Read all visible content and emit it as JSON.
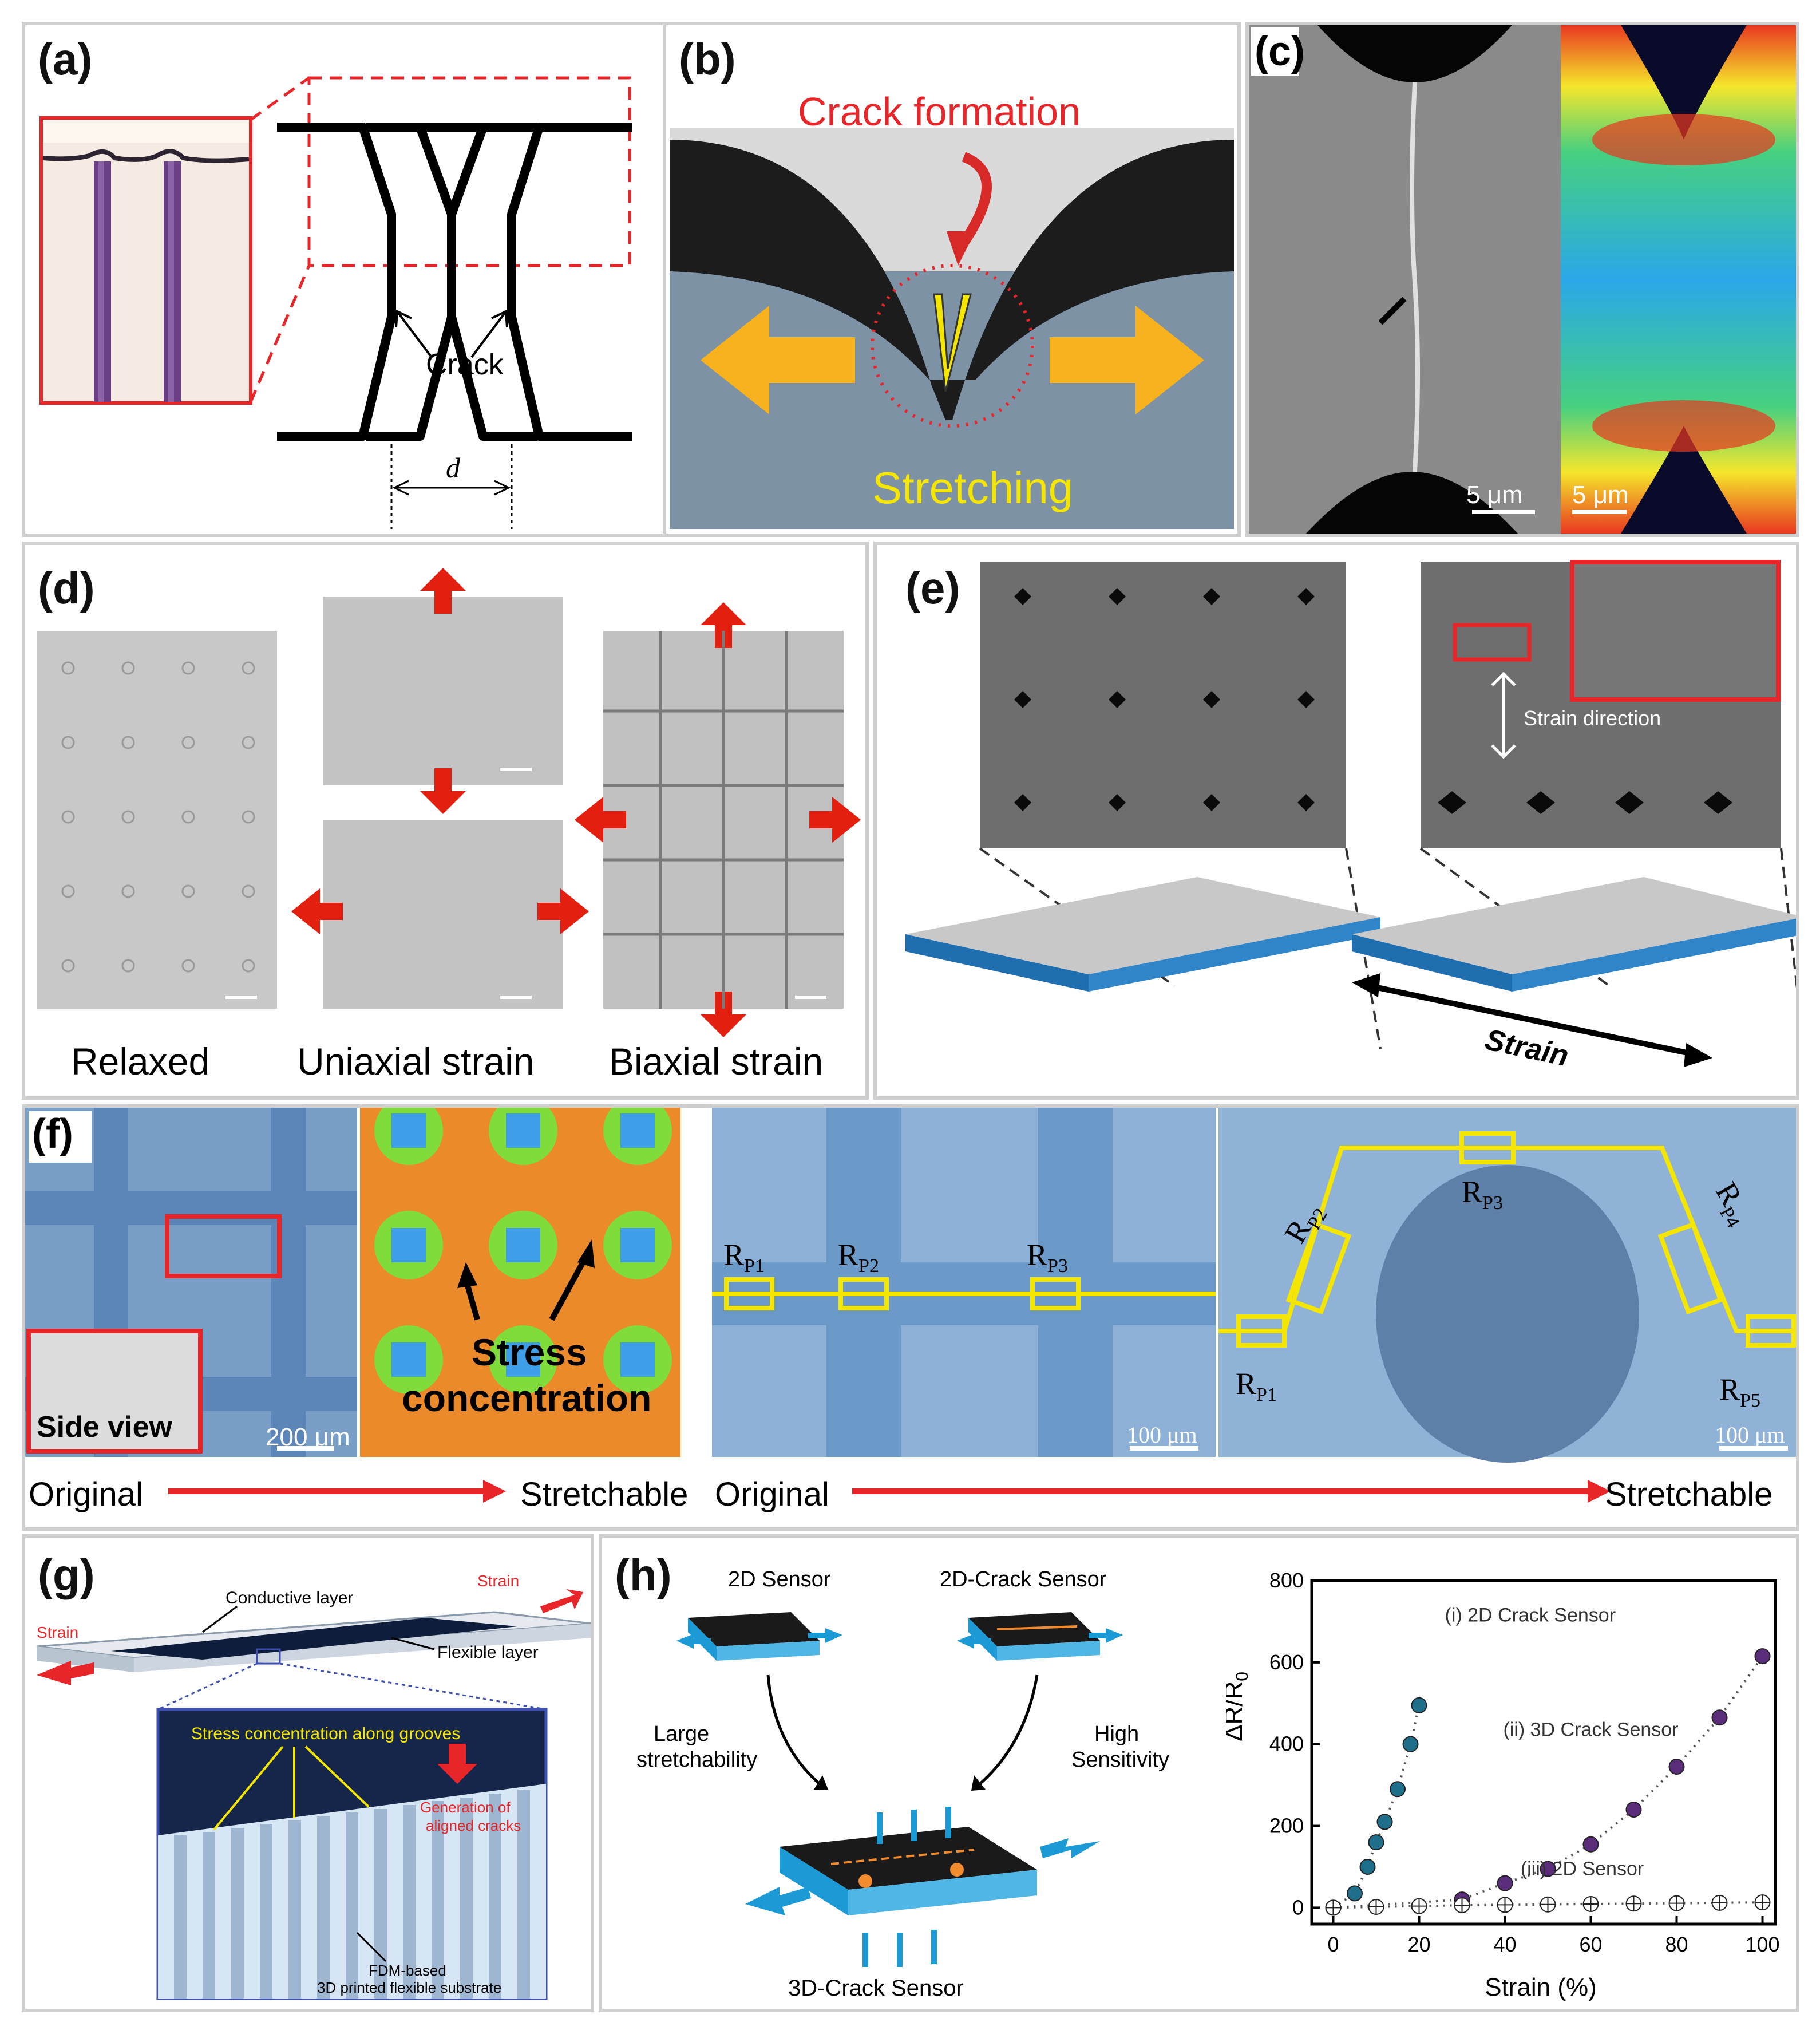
{
  "panels": {
    "a": {
      "label": "(a)",
      "crack": "Crack",
      "d": "d"
    },
    "b": {
      "label": "(b)",
      "crack_formation": "Crack formation",
      "stretching": "Stretching"
    },
    "c": {
      "label": "(c)",
      "scale_left": "5 μm",
      "scale_right": "5 μm"
    },
    "d": {
      "label": "(d)",
      "relaxed": "Relaxed",
      "uniaxial": "Uniaxial strain",
      "biaxial": "Biaxial strain"
    },
    "e": {
      "label": "(e)",
      "strain_direction": "Strain direction",
      "strain": "Strain"
    },
    "f": {
      "label": "(f)",
      "side_view": "Side view",
      "scale_1": "200 μm",
      "stress": "Stress",
      "concentration": "concentration",
      "orig_1": "Original",
      "stretch_1": "Stretchable",
      "orig_2": "Original",
      "stretch_2": "Stretchable",
      "scale_2": "100 μm",
      "scale_3": "100 μm",
      "rp1": "R",
      "rp_sub1": "P1",
      "rp_sub2": "P2",
      "rp_sub3": "P3",
      "rp_sub4": "P4",
      "rp_sub5": "P5"
    },
    "g": {
      "label": "(g)",
      "conductive": "Conductive layer",
      "flexible": "Flexible layer",
      "strain_l": "Strain",
      "strain_r": "Strain",
      "stress_grooves": "Stress concentration along grooves",
      "aligned_1": "Generation of",
      "aligned_2": "aligned cracks",
      "fdm_1": "FDM-based",
      "fdm_2": "3D printed flexible substrate"
    },
    "h": {
      "label": "(h)",
      "sensor_2d": "2D Sensor",
      "sensor_2dcrack": "2D-Crack Sensor",
      "sensor_3d": "3D-Crack Sensor",
      "large_1": "Large",
      "large_2": "stretchability",
      "high_1": "High",
      "high_2": "Sensitivity"
    }
  },
  "colors": {
    "crack_red": "#e8262a",
    "stretch_yellow": "#f4e600",
    "arrow_orange": "#f7b21e",
    "sensor_blue": "#1b9ad6"
  },
  "chart_data": {
    "type": "scatter",
    "xlabel": "Strain (%)",
    "ylabel": "ΔR/R",
    "ylabel_sub": "0",
    "xlim": [
      -5,
      103
    ],
    "ylim": [
      -40,
      800
    ],
    "xticks": [
      0,
      20,
      40,
      60,
      80,
      100
    ],
    "yticks": [
      0,
      200,
      400,
      600,
      800
    ],
    "series": [
      {
        "name": "(i) 2D Crack Sensor",
        "color": "#1f6f8b",
        "x": [
          0,
          5,
          8,
          10,
          12,
          15,
          18,
          20
        ],
        "y": [
          0,
          35,
          100,
          160,
          210,
          290,
          400,
          495
        ]
      },
      {
        "name": "(ii) 3D Crack Sensor",
        "color": "#5a2d7a",
        "x": [
          0,
          30,
          40,
          50,
          60,
          70,
          80,
          90,
          100
        ],
        "y": [
          0,
          20,
          60,
          95,
          155,
          240,
          345,
          465,
          615
        ]
      },
      {
        "name": "(iii) 2D Sensor",
        "color": "#333333",
        "x": [
          0,
          10,
          20,
          30,
          40,
          50,
          60,
          70,
          80,
          90,
          100
        ],
        "y": [
          0,
          2,
          4,
          6,
          7,
          8,
          9,
          10,
          11,
          12,
          13
        ]
      }
    ]
  }
}
